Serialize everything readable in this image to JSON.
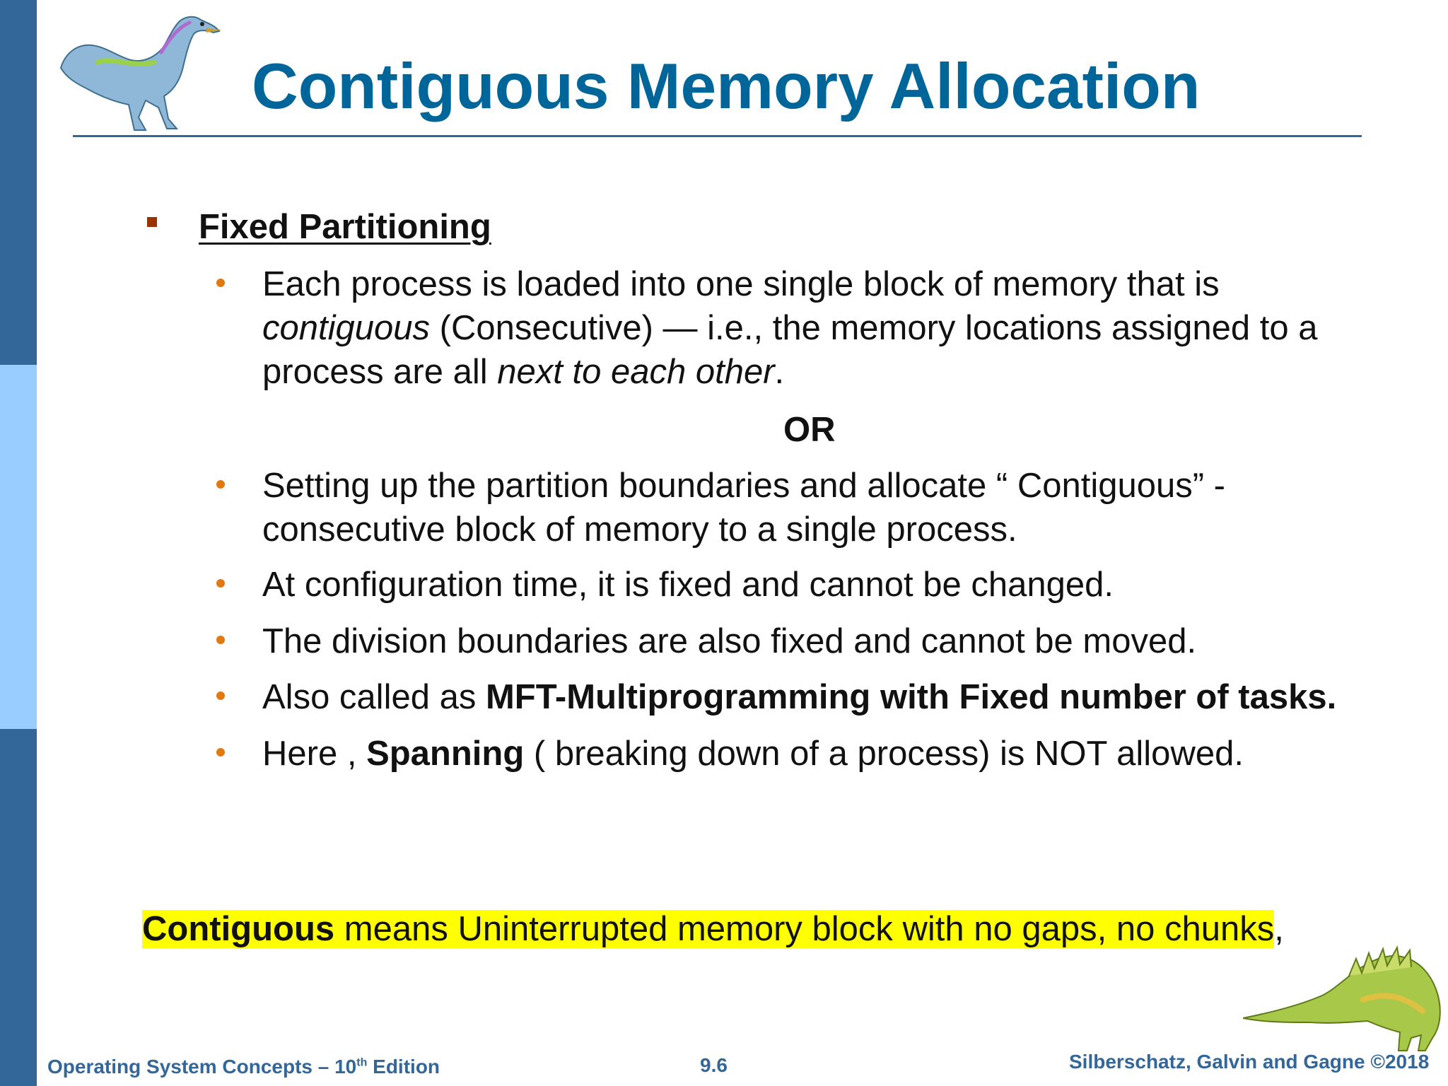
{
  "slide": {
    "title": "Contiguous Memory Allocation",
    "heading": "Fixed Partitioning",
    "bullet1": {
      "line1": "Each process is loaded into one single block of memory that is",
      "line2_italic": "contiguous",
      "line2_rest": " (Consecutive) — i.e., the memory locations assigned to a",
      "line3_start": "process are all ",
      "line3_italic": "next to each other",
      "line3_end": "."
    },
    "or_label": "OR",
    "bullet2": {
      "line1": "Setting up the partition boundaries and allocate “ Contiguous” -",
      "line2": "consecutive block of memory to a single process."
    },
    "bullet3": "At configuration time, it is fixed and cannot be changed.",
    "bullet4": "The division boundaries are also fixed and cannot be moved.",
    "bullet5": {
      "start": "Also called as ",
      "bold": "MFT-Multiprogramming with Fixed number of tasks."
    },
    "bullet6": {
      "start": "Here , ",
      "bold": "Spanning",
      "end": " ( breaking down of a process) is NOT allowed."
    },
    "note": {
      "bold": "Contiguous",
      "rest": " means Uninterrupted memory block with no gaps, no chunks",
      "trail": ","
    }
  },
  "footer": {
    "left": "Operating System Concepts – 10",
    "left_sup": "th",
    "left_end": " Edition",
    "center": "9.6",
    "right": "Silberschatz, Galvin and Gagne ©2018"
  },
  "colors": {
    "title": "#006699",
    "sidebar_dark": "#336699",
    "sidebar_light": "#99ccff",
    "heading_bullet": "#993300",
    "sub_bullet": "#e07a10",
    "highlight": "#ffff00"
  },
  "icons": [
    "dinosaur-top-icon",
    "dinosaur-bottom-icon"
  ]
}
